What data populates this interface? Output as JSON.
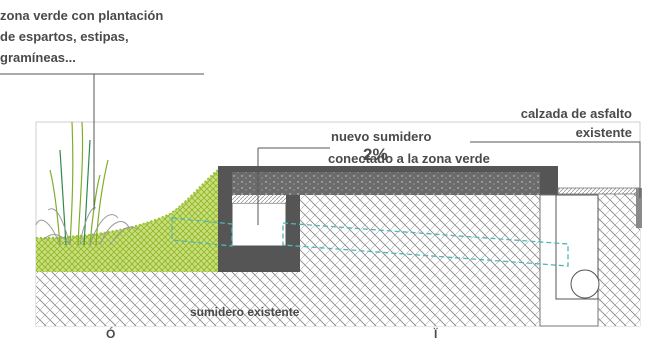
{
  "labels": {
    "green_zone": [
      "zona verde con plantación",
      "de espartos, estipas,",
      "gramíneas..."
    ],
    "road": [
      "calzada de asfalto",
      "existente"
    ],
    "drain": [
      "nuevo sumidero",
      "conectado a la zona verde"
    ],
    "slope": "2%",
    "existing_drain": "sumidero existente",
    "bottom_left": "Ó",
    "bottom_right": "Ï"
  },
  "colors": {
    "grass": "#a9cc3c",
    "concrete": "#555555",
    "hatch": "#7a7a7a",
    "pipe": "#4fb7b3",
    "leader": "#555555"
  }
}
